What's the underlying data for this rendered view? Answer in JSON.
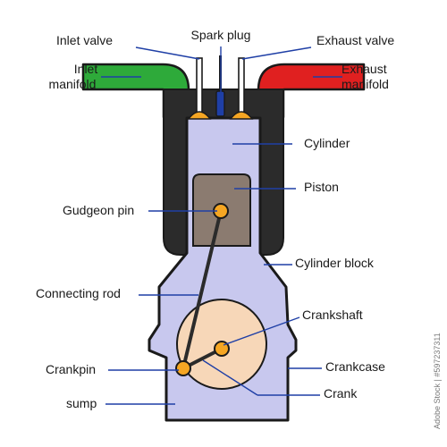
{
  "labels": {
    "inlet_valve": "Inlet valve",
    "spark_plug": "Spark plug",
    "exhaust_valve": "Exhaust valve",
    "inlet_manifold_1": "Inlet",
    "inlet_manifold_2": "manifold",
    "exhaust_manifold_1": "Exhaust",
    "exhaust_manifold_2": "manifold",
    "cylinder": "Cylinder",
    "piston": "Piston",
    "gudgeon_pin": "Gudgeon pin",
    "cylinder_block": "Cylinder block",
    "connecting_rod": "Connecting rod",
    "crankshaft": "Crankshaft",
    "crankpin": "Crankpin",
    "crankcase": "Crankcase",
    "crank": "Crank",
    "sump": "sump"
  },
  "watermark": "Adobe Stock | #597237311",
  "colors": {
    "inlet_manifold": "#2eaa3a",
    "exhaust_manifold": "#e02020",
    "cylinder_block": "#2b2b2b",
    "cylinder": "#c8c8ee",
    "piston": "#8b7b70",
    "crank_disc": "#f7d7b8",
    "pin": "#f5a623",
    "spark_plug": "#1f3fa6",
    "leader_line": "#1f3fa6"
  }
}
